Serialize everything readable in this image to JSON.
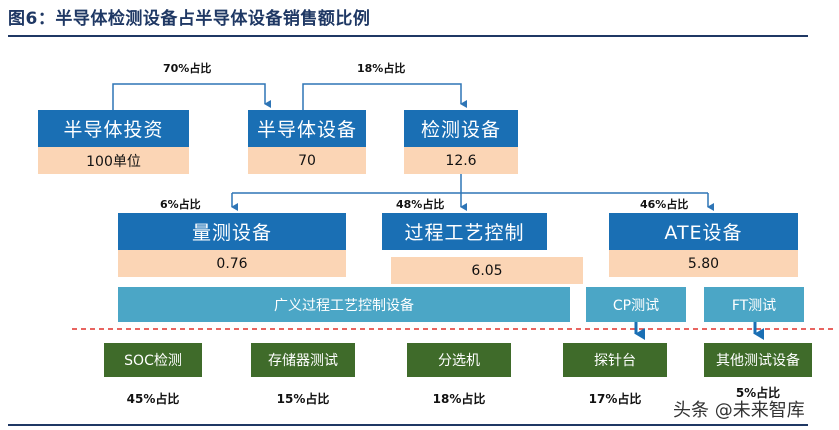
{
  "title": "图6：半导体检测设备占半导体设备销售额比例",
  "ratio_labels": {
    "invest_to_equip": "70%占比",
    "equip_to_test": "18%占比",
    "metrology": "6%占比",
    "process_control": "48%占比",
    "ate": "46%占比"
  },
  "level1": [
    {
      "label": "半导体投资",
      "value": "100单位"
    },
    {
      "label": "半导体设备",
      "value": "70"
    },
    {
      "label": "检测设备",
      "value": "12.6"
    }
  ],
  "level2": [
    {
      "label": "量测设备",
      "value": "0.76"
    },
    {
      "label": "过程工艺控制",
      "value": "6.05"
    },
    {
      "label": "ATE设备",
      "value": "5.80"
    }
  ],
  "level3": {
    "process_bar": "广义过程工艺控制设备",
    "cp": "CP测试",
    "ft": "FT测试"
  },
  "level4": [
    {
      "label": "SOC检测",
      "pct": "45%占比"
    },
    {
      "label": "存储器测试",
      "pct": "15%占比"
    },
    {
      "label": "分选机",
      "pct": "18%占比"
    },
    {
      "label": "探针台",
      "pct": "17%占比"
    },
    {
      "label": "其他测试设备",
      "pct": "5%占比"
    }
  ],
  "watermark": "头条 @未来智库",
  "colors": {
    "blue": "#1a6fb4",
    "tan": "#fbd5b5",
    "teal": "#4ba6c6",
    "green": "#3f6b2a",
    "arrow": "#2e75b6",
    "dashed": "#e0302b",
    "title": "#1f3864"
  }
}
